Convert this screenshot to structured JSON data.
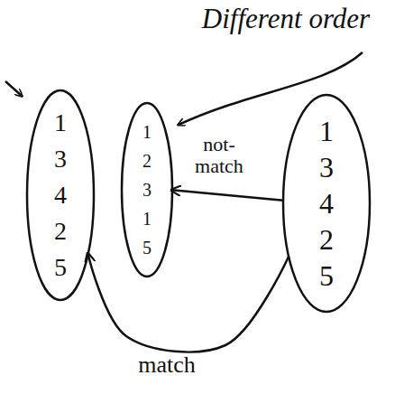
{
  "diagram": {
    "nodes": [
      {
        "text": [
          "1",
          "3",
          "4",
          "2",
          "5"
        ]
      },
      {
        "text": [
          "1",
          "2",
          "3",
          "1",
          "5"
        ]
      },
      {
        "text": [
          "1",
          "3",
          "4",
          "2",
          "5"
        ]
      }
    ],
    "edges": [
      {
        "from": 2,
        "to": 1,
        "label": "not- match",
        "arrow": "to"
      },
      {
        "from": 2,
        "to": 0,
        "label": "match",
        "arrow": "to"
      }
    ],
    "labels": [
      "Different order"
    ]
  }
}
